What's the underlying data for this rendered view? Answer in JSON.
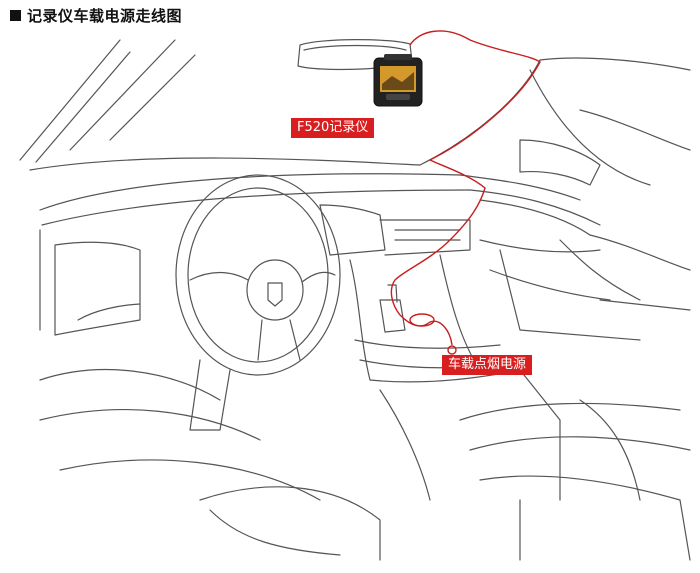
{
  "diagram": {
    "title": "记录仪车载电源走线图",
    "labels": {
      "recorder": "F520记录仪",
      "power": "车载点烟电源"
    },
    "colors": {
      "cable": "#c81e1e",
      "label_bg": "#d81e1e",
      "line_art": "#555555"
    }
  }
}
